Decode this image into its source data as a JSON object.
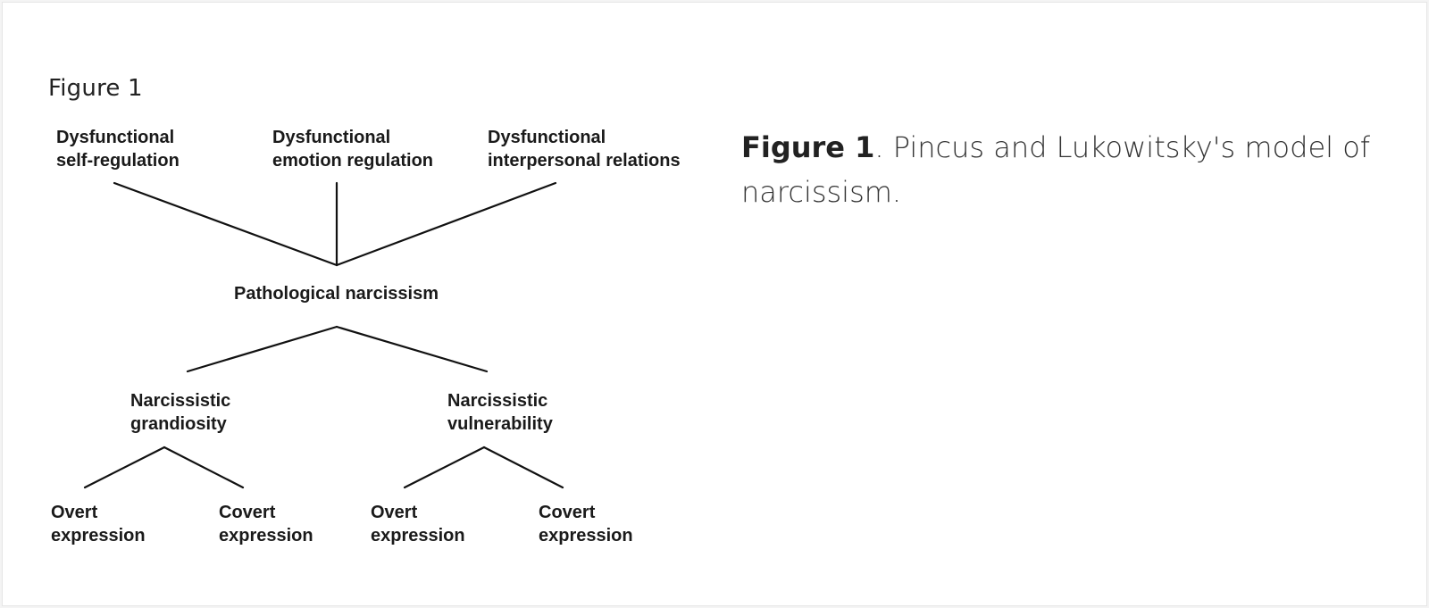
{
  "figure": {
    "label": "Figure 1"
  },
  "caption": {
    "label": "Figure 1",
    "text": ". Pincus and Lukowitsky's model of narcissism."
  },
  "diagram": {
    "top_nodes": [
      {
        "lines": [
          "Dysfunctional",
          "self-regulation"
        ]
      },
      {
        "lines": [
          "Dysfunctional",
          "emotion regulation"
        ]
      },
      {
        "lines": [
          "Dysfunctional",
          "interpersonal relations"
        ]
      }
    ],
    "center_node": {
      "lines": [
        "Pathological narcissism"
      ]
    },
    "mid_nodes": [
      {
        "lines": [
          "Narcissistic",
          "grandiosity"
        ]
      },
      {
        "lines": [
          "Narcissistic",
          "vulnerability"
        ]
      }
    ],
    "leaf_nodes": [
      {
        "lines": [
          "Overt",
          "expression"
        ]
      },
      {
        "lines": [
          "Covert",
          "expression"
        ]
      },
      {
        "lines": [
          "Overt",
          "expression"
        ]
      },
      {
        "lines": [
          "Covert",
          "expression"
        ]
      }
    ],
    "line_color": "#111111"
  }
}
